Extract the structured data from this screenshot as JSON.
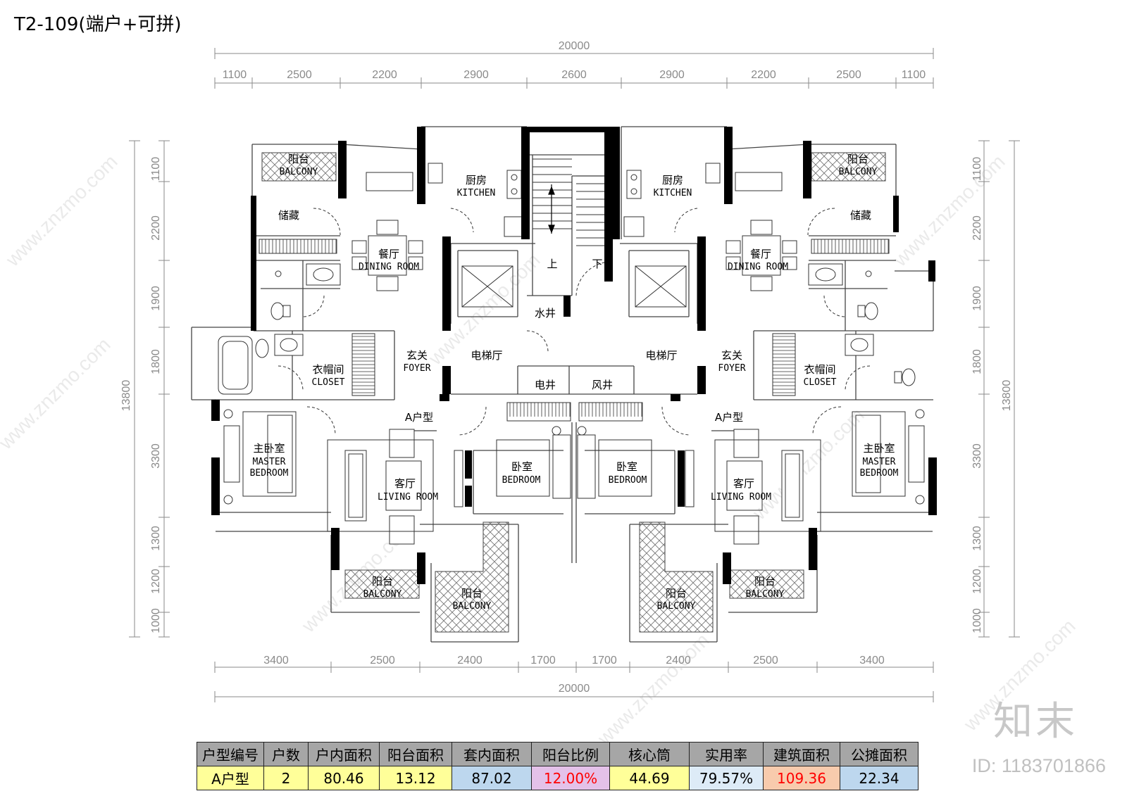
{
  "title": "T2-109(端户+可拼)",
  "colors": {
    "wall": "#000000",
    "line": "#555555",
    "dim": "#8a8a8a",
    "hatch": "#666666"
  },
  "dimensions": {
    "top_total": "20000",
    "top": [
      "1100",
      "2500",
      "2200",
      "2900",
      "2600",
      "2900",
      "2200",
      "2500",
      "1100"
    ],
    "bottom": [
      "3400",
      "2500",
      "2400",
      "1700",
      "1700",
      "2400",
      "2500",
      "3400"
    ],
    "bottom_total": "20000",
    "left": [
      "1100",
      "2200",
      "1900",
      "1800",
      "3300",
      "1300",
      "1200",
      "1000"
    ],
    "left_total": "13800",
    "right": [
      "1100",
      "2200",
      "1900",
      "1800",
      "3300",
      "1300",
      "1200",
      "1000"
    ],
    "right_total": "13800"
  },
  "rooms": {
    "balcony_cn": "阳台",
    "balcony_en": "BALCONY",
    "kitchen_cn": "厨房",
    "kitchen_en": "KITCHEN",
    "storage_cn": "储藏",
    "dining_cn": "餐厅",
    "dining_en": "DINING ROOM",
    "foyer_cn": "玄关",
    "foyer_en": "FOYER",
    "closet_cn": "衣帽间",
    "closet_en": "CLOSET",
    "master_cn": "主卧室",
    "master_en1": "MASTER",
    "master_en2": "BEDROOM",
    "living_cn": "客厅",
    "living_en": "LIVING ROOM",
    "bedroom_cn": "卧室",
    "bedroom_en": "BEDROOM",
    "lobby_cn": "电梯厅",
    "up": "上",
    "down": "下",
    "water_shaft": "水井",
    "elec_shaft": "电井",
    "air_shaft": "风井",
    "unit_type": "A户型"
  },
  "watermark": "www.znzmo.com",
  "brand": "知末",
  "image_id": "ID: 1183701866",
  "area_table": {
    "headers": [
      "户型编号",
      "户数",
      "户内面积",
      "阳台面积",
      "套内面积",
      "阳台比例",
      "核心筒",
      "实用率",
      "建筑面积",
      "公摊面积"
    ],
    "row": [
      "A户型",
      "2",
      "80.46",
      "13.12",
      "87.02",
      "12.00%",
      "44.69",
      "79.57%",
      "109.36",
      "22.34"
    ],
    "cell_colors": [
      "#ffff99",
      "#ffff99",
      "#ffff99",
      "#ffff99",
      "#bdd7ee",
      "#e4c1e9",
      "#ffff99",
      "#ddebf7",
      "#f8cbad",
      "#bdd7ee"
    ],
    "text_colors": [
      "#000000",
      "#000000",
      "#000000",
      "#000000",
      "#000000",
      "#ff0000",
      "#000000",
      "#000000",
      "#ff0000",
      "#000000"
    ]
  }
}
